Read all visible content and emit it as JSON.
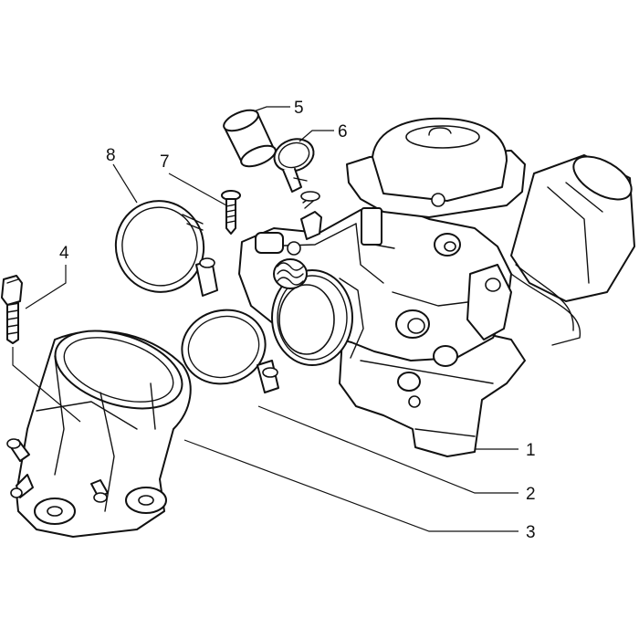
{
  "diagram": {
    "colors": {
      "line": "#111111",
      "background": "#ffffff"
    },
    "callouts": [
      {
        "id": "1",
        "label": "1"
      },
      {
        "id": "2",
        "label": "2"
      },
      {
        "id": "3",
        "label": "3"
      },
      {
        "id": "4",
        "label": "4"
      },
      {
        "id": "5",
        "label": "5"
      },
      {
        "id": "6",
        "label": "6"
      },
      {
        "id": "7",
        "label": "7"
      },
      {
        "id": "8",
        "label": "8"
      }
    ]
  }
}
